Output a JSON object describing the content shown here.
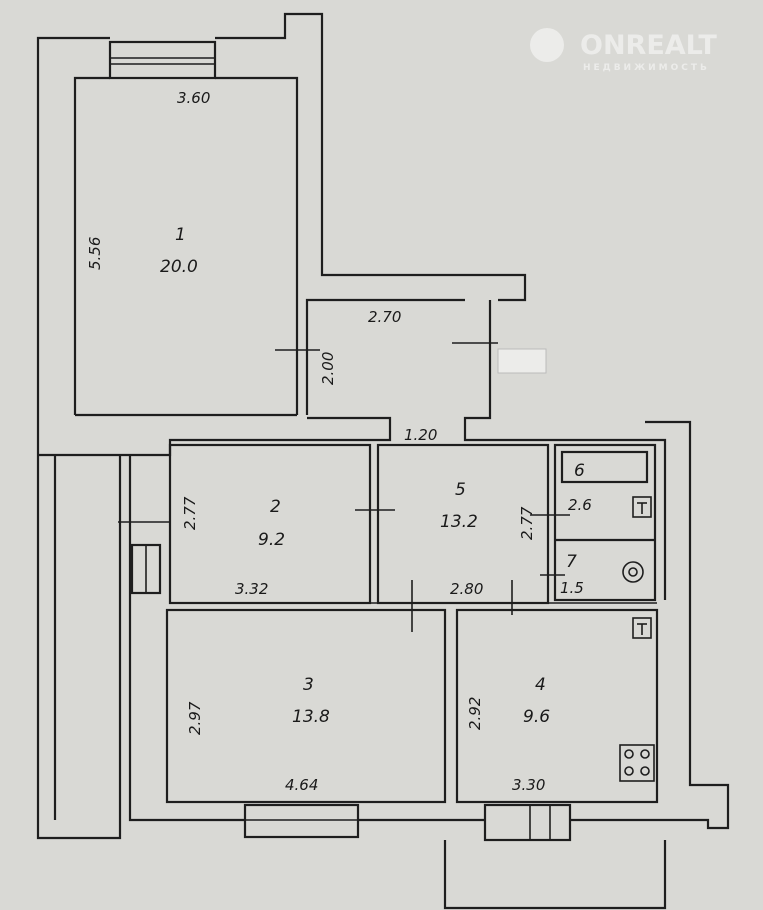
{
  "watermark": {
    "brand": "ONREALT",
    "subtitle": "НЕДВИЖИМОСТЬ"
  },
  "rooms": [
    {
      "number": "1",
      "area": "20.0",
      "dims": [
        "3.60",
        "5.56"
      ]
    },
    {
      "number": "2",
      "area": "9.2",
      "dims": [
        "3.32",
        "2.77"
      ]
    },
    {
      "number": "3",
      "area": "13.8",
      "dims": [
        "4.64",
        "2.97"
      ]
    },
    {
      "number": "4",
      "area": "9.6",
      "dims": [
        "3.30",
        "2.92"
      ]
    },
    {
      "number": "5",
      "area": "13.2",
      "dims": [
        "2.80",
        "2.77"
      ]
    },
    {
      "number": "6",
      "area": "2.6"
    },
    {
      "number": "7",
      "area": "1.5"
    }
  ],
  "hall": {
    "dims": [
      "2.70",
      "2.00",
      "1.20"
    ]
  }
}
